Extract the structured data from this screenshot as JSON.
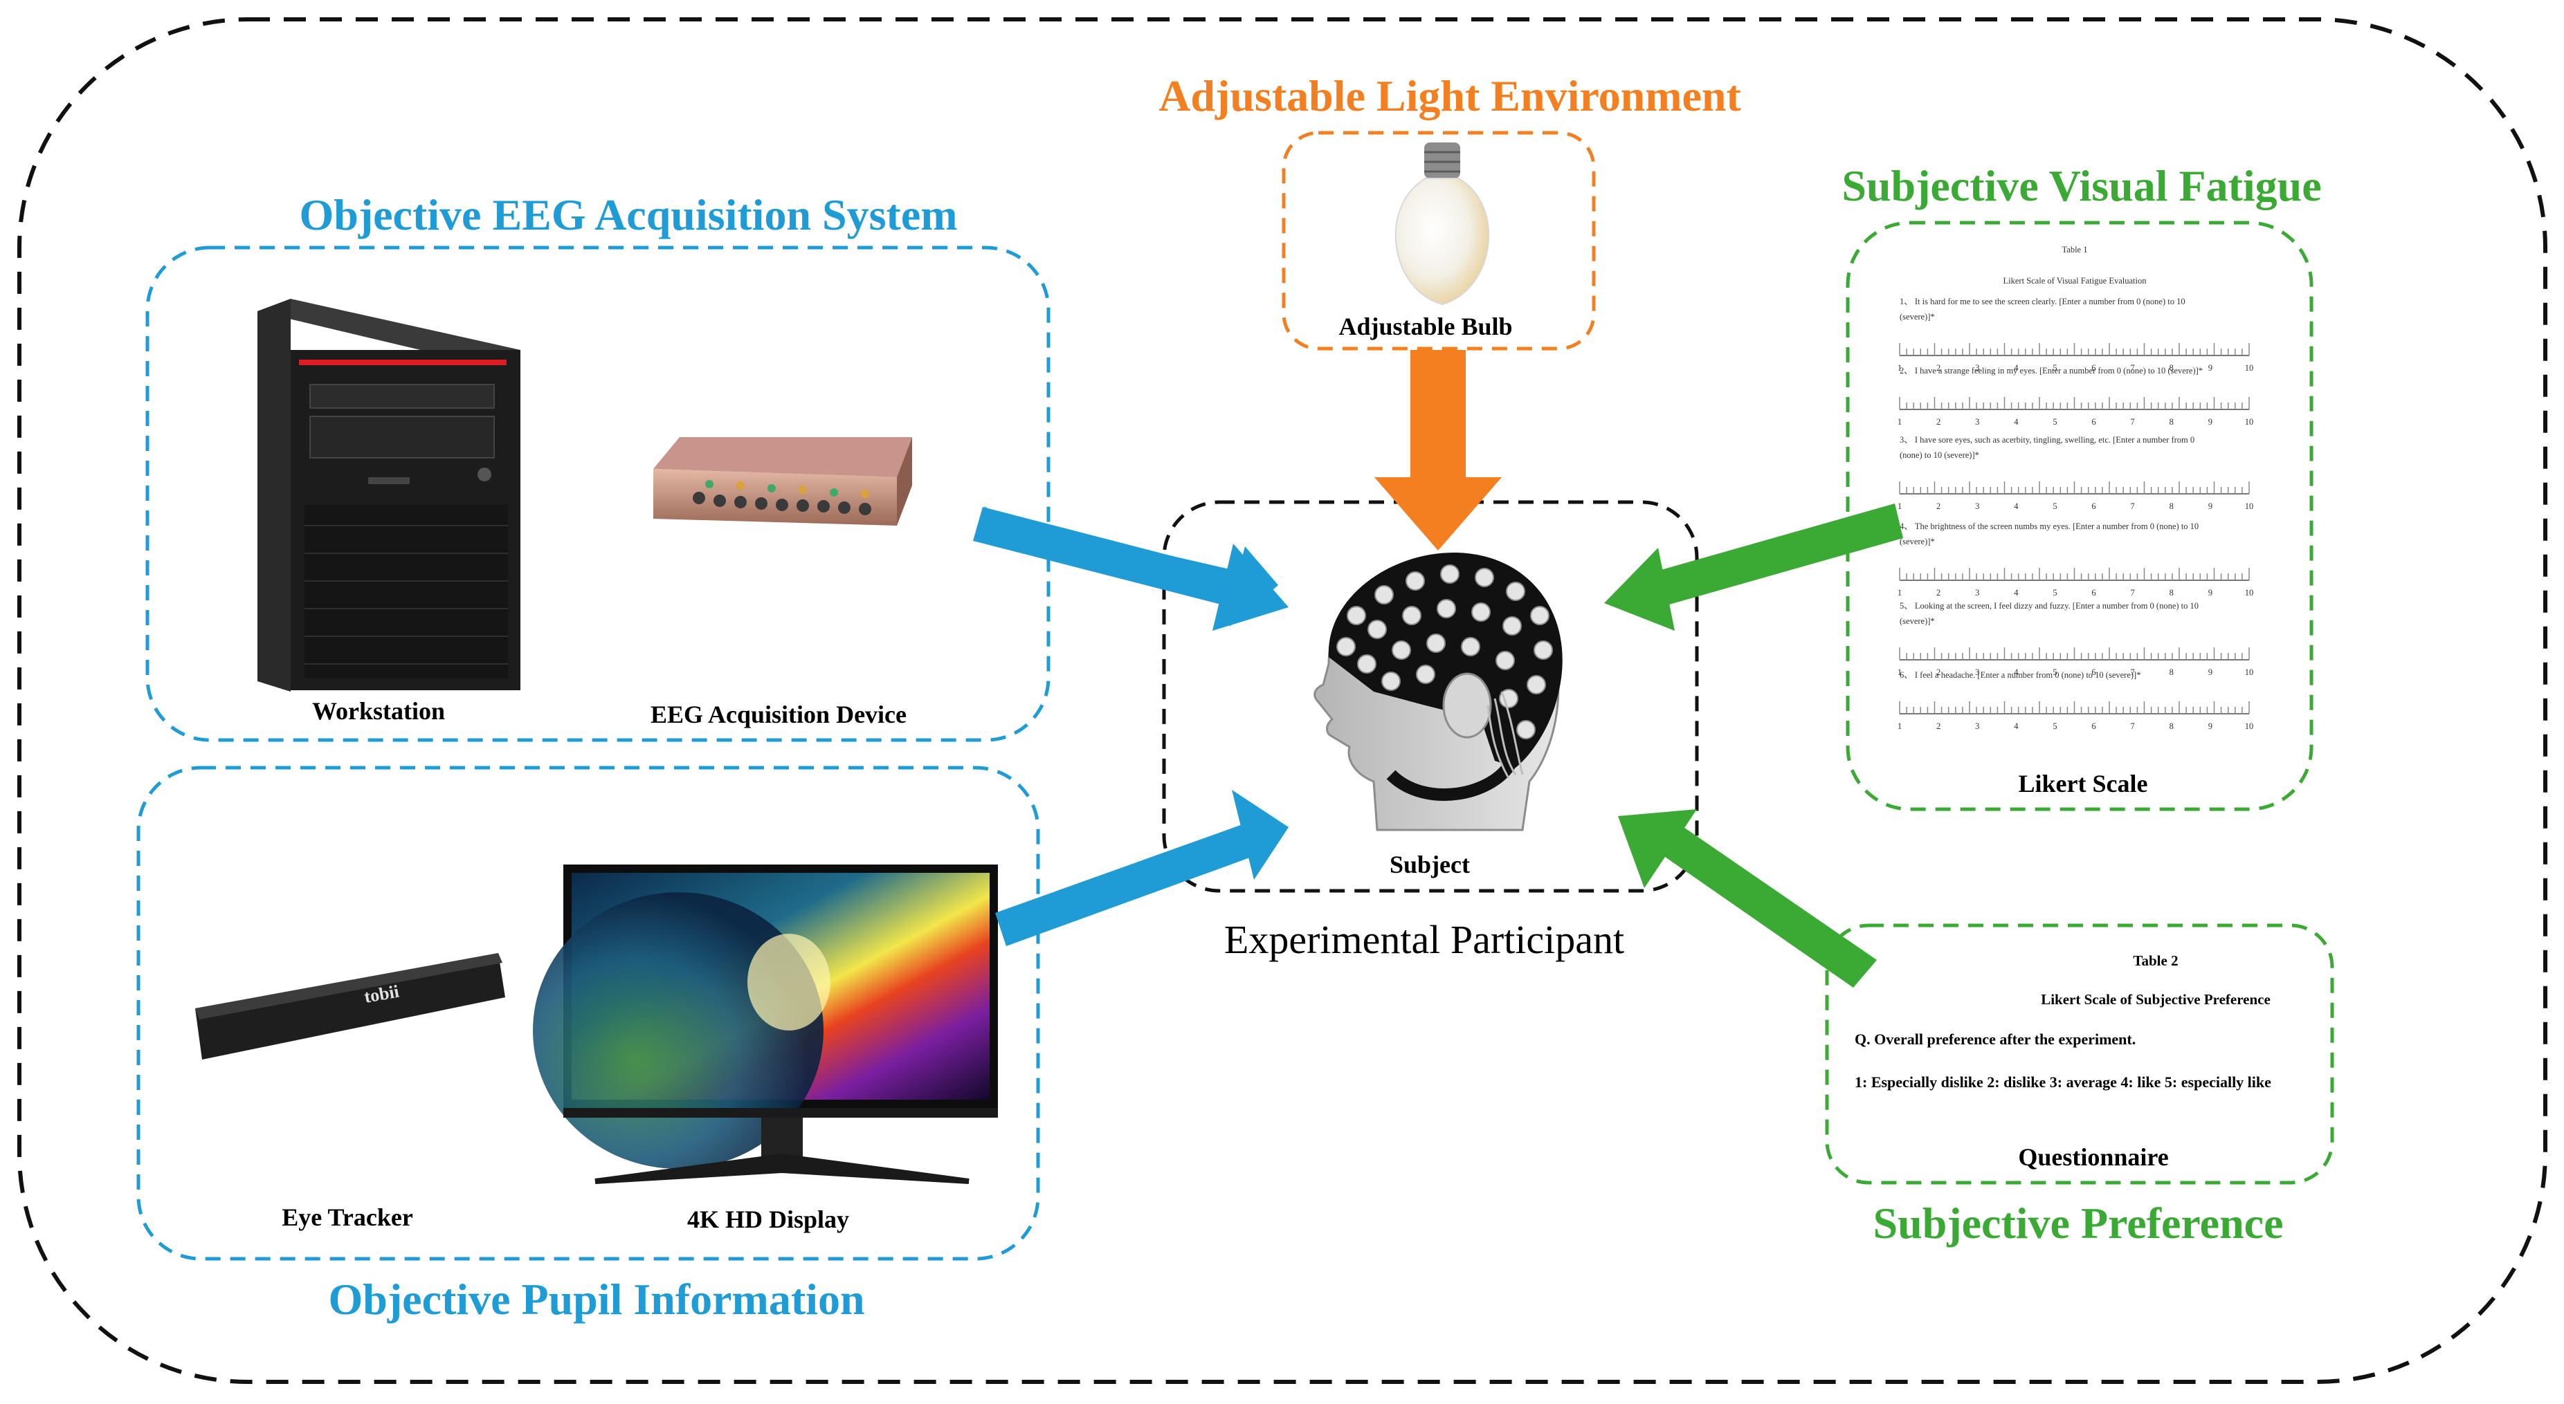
{
  "colors": {
    "eeg_blue": "#1f9bd6",
    "light_orange": "#f47f20",
    "subjective_green": "#3aaa35",
    "border_black": "#111111"
  },
  "diagram": {
    "central": {
      "caption": "Experimental Participant",
      "subject_label": "Subject"
    },
    "eeg_system": {
      "title": "Objective EEG Acquisition System",
      "workstation_label": "Workstation",
      "device_label": "EEG Acquisition Device"
    },
    "pupil": {
      "title": "Objective Pupil Information",
      "eye_tracker_label": "Eye Tracker",
      "display_label": "4K HD Display"
    },
    "light": {
      "title": "Adjustable Light Environment",
      "bulb_label": "Adjustable Bulb"
    },
    "visual_fatigue": {
      "title": "Subjective Visual Fatigue",
      "scale_label": "Likert Scale",
      "table": {
        "heading": "Table 1",
        "caption": "Likert Scale of Visual Fatigue Evaluation",
        "items": [
          "1、 It is hard for me to see the screen clearly. [Enter a number from 0 (none) to 10 (severe)]*",
          "2、 I have a strange feeling in my eyes. [Enter a number from 0 (none) to 10 (severe)]*",
          "3、 I have sore eyes, such as acerbity, tingling, swelling, etc. [Enter a number from 0 (none) to 10 (severe)]*",
          "4、 The brightness of the screen numbs my eyes. [Enter a number from 0 (none) to 10 (severe)]*",
          "5、 Looking at the screen, I feel dizzy and fuzzy. [Enter a number from 0 (none) to 10 (severe)]*",
          "6、 I feel a headache. [Enter a number from 0 (none) to 10 (severe)]*"
        ],
        "ticks": [
          "1",
          "2",
          "3",
          "4",
          "5",
          "6",
          "7",
          "8",
          "9",
          "10"
        ]
      }
    },
    "preference": {
      "title": "Subjective Preference",
      "questionnaire_label": "Questionnaire",
      "table": {
        "heading": "Table 2",
        "caption": "Likert Scale of Subjective Preference",
        "question": "Q. Overall preference after the experiment.",
        "options": "1: Especially dislike 2: dislike 3: average 4: like 5: especially like"
      }
    }
  }
}
